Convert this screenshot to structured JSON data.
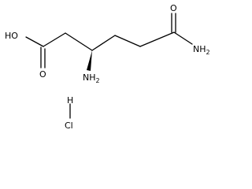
{
  "molecule": {
    "atoms": {
      "hydroxyl": "HO",
      "carbonyl_oxygen_left": "O",
      "carbonyl_oxygen_right": "O",
      "amine": "NH",
      "amine_subscript": "2",
      "amide": "NH",
      "amide_subscript": "2"
    },
    "salt": {
      "hydrogen": "H",
      "chlorine": "Cl"
    }
  }
}
